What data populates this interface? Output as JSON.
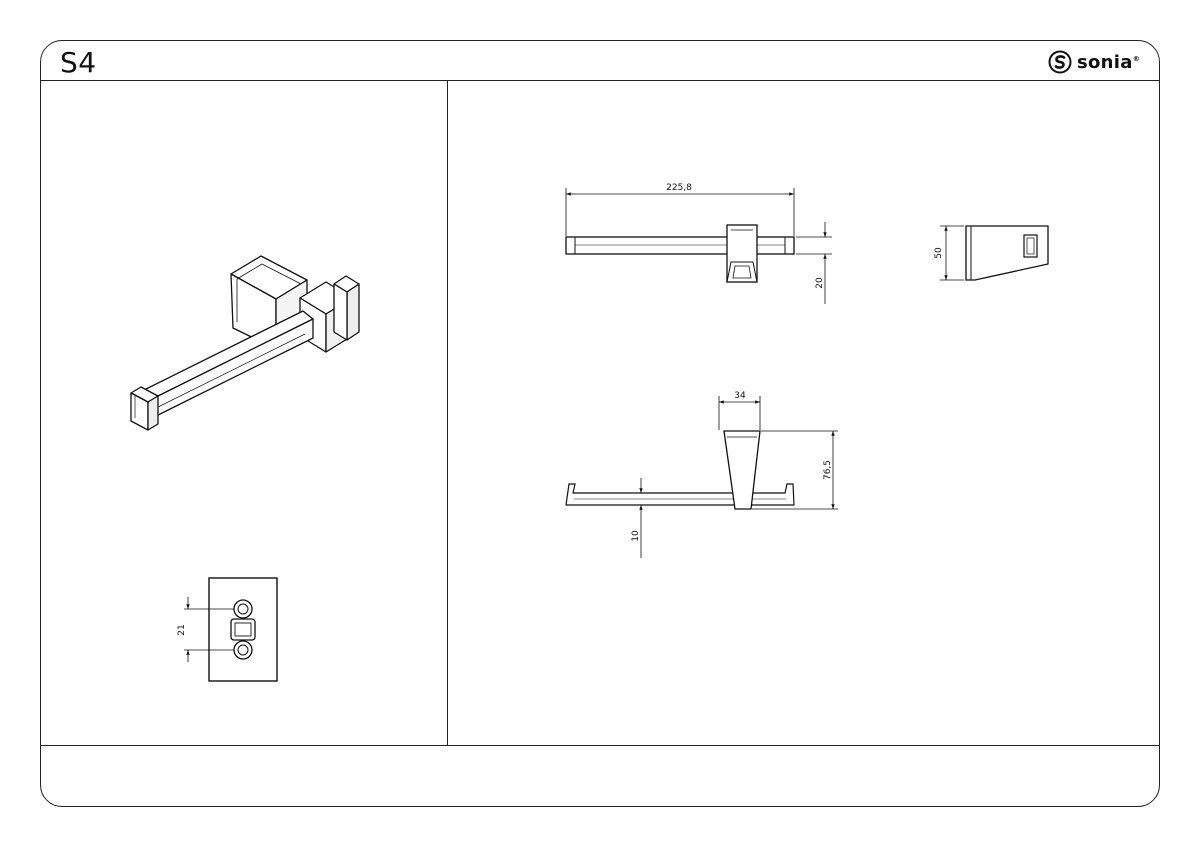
{
  "header": {
    "sheet_code": "S4",
    "brand_name": "sonia",
    "brand_mark": "®"
  },
  "icons": {
    "brand_logo": "sonia-logo-icon"
  },
  "dimensions": {
    "front_length": "225,8",
    "front_height": "20",
    "side_height": "50",
    "top_width": "34",
    "top_depth": "76,5",
    "bar_thickness": "10",
    "hole_spacing": "21"
  },
  "colors": {
    "line": "#222222",
    "background": "#ffffff"
  }
}
